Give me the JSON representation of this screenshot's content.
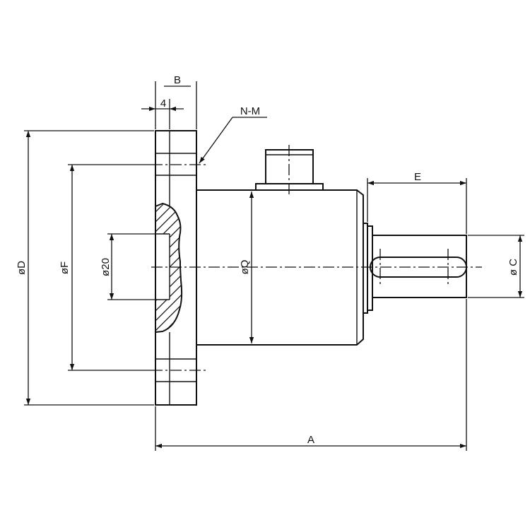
{
  "dimensions": {
    "A": "A",
    "B": "B",
    "C": "ø C",
    "D": "øD",
    "E": "E",
    "F": "øF",
    "Q": "øQ",
    "bore": "ø20",
    "flange_offset": "4",
    "holes": "N-M"
  }
}
